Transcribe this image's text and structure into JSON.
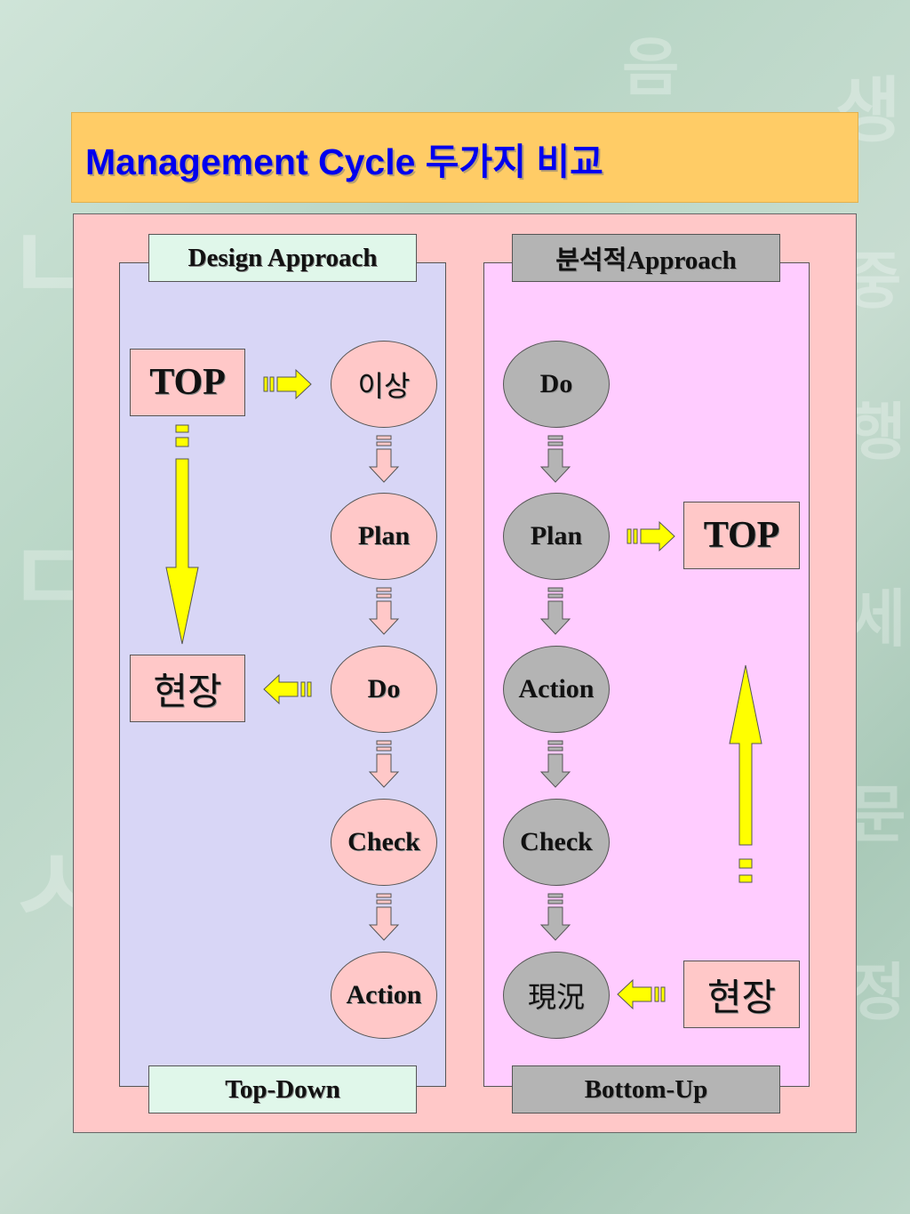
{
  "title": "Management Cycle 두가지 비교",
  "left": {
    "header": "Design Approach",
    "footer": "Top-Down",
    "top_box": "TOP",
    "bottom_box": "현장",
    "cycle": [
      "이상",
      "Plan",
      "Do",
      "Check",
      "Action"
    ]
  },
  "right": {
    "header": "분석적Approach",
    "footer": "Bottom-Up",
    "top_box": "TOP",
    "bottom_box": "현장",
    "cycle": [
      "Do",
      "Plan",
      "Action",
      "Check",
      "現況"
    ]
  },
  "colors": {
    "title_bar": "#ffcc66",
    "title_text": "#0000ee",
    "panel": "#ffc8c8",
    "left_column": "#d8d6f6",
    "right_column": "#ffccff",
    "yellow_arrow": "#ffff00",
    "pink_arrow": "#ffc8c8",
    "gray_arrow": "#b4b4b4"
  }
}
